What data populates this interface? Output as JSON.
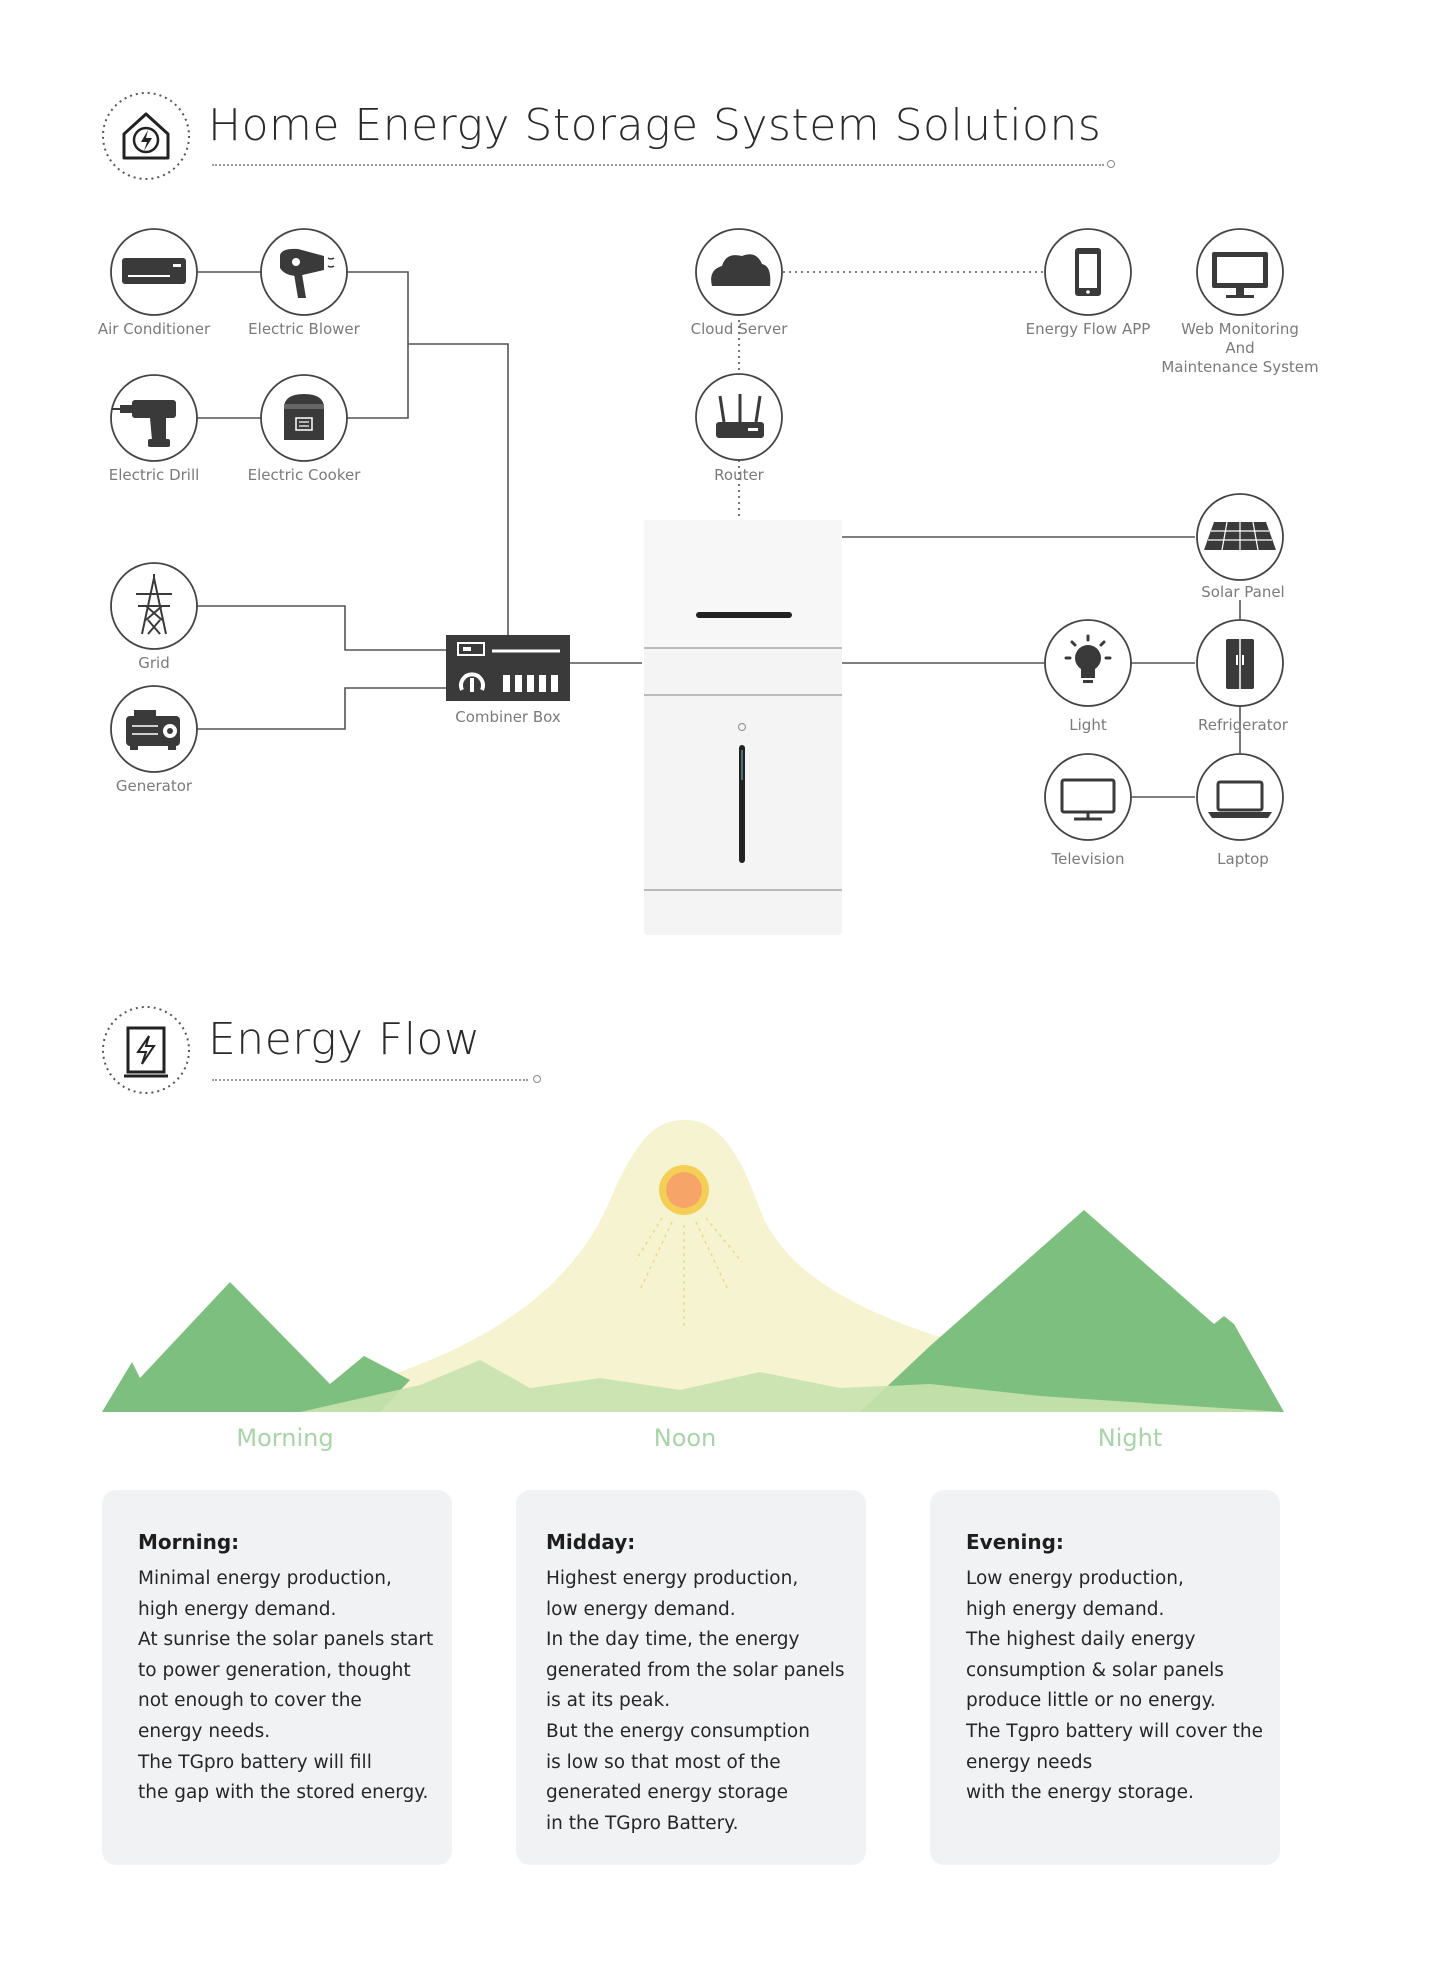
{
  "section1": {
    "title": "Home Energy Storage System Solutions",
    "icon": "home-lightning-icon"
  },
  "section2": {
    "title": "Energy Flow",
    "icon": "battery-bolt-icon"
  },
  "nodes": {
    "air_conditioner": "Air Conditioner",
    "electric_blower": "Electric Blower",
    "electric_drill": "Electric Drill",
    "electric_cooker": "Electric Cooker",
    "grid": "Grid",
    "generator": "Generator",
    "combiner_box": "Combiner Box",
    "cloud_server": "Cloud Server",
    "router": "Router",
    "energy_flow_app": "Energy Flow APP",
    "web_monitoring": [
      "Web Monitoring",
      "And",
      "Maintenance System"
    ],
    "solar_panel": "Solar Panel",
    "light": "Light",
    "refrigerator": "Refrigerator",
    "television": "Television",
    "laptop": "Laptop"
  },
  "flow": {
    "morning": "Morning",
    "noon": "Noon",
    "night": "Night"
  },
  "colors": {
    "mountain_green": "#7dbf7e",
    "sun_glow": "#f6f3d0",
    "sun_core": "#f7a468",
    "sun_ring": "#f5cf55",
    "card_bg": "#f1f2f4",
    "line": "#555555"
  },
  "cards": [
    {
      "title": "Morning:",
      "lines": [
        "Minimal energy production,",
        "high energy demand.",
        "At sunrise the solar panels start",
        "to power generation, thought",
        "not enough to cover the",
        "energy needs.",
        "The TGpro battery will fill",
        "the gap with the stored energy."
      ]
    },
    {
      "title": "Midday:",
      "lines": [
        "Highest energy production,",
        "low energy demand.",
        "In the day time, the energy",
        "generated from the solar panels",
        "is at its peak.",
        "But the energy consumption",
        "is low so that most of the",
        "generated energy storage",
        "in the TGpro Battery."
      ]
    },
    {
      "title": "Evening:",
      "lines": [
        "Low energy production,",
        "high energy demand.",
        "The highest daily energy",
        "consumption & solar panels",
        "produce little or no energy.",
        "The Tgpro battery will cover the",
        "energy needs",
        "with the energy storage."
      ]
    }
  ]
}
